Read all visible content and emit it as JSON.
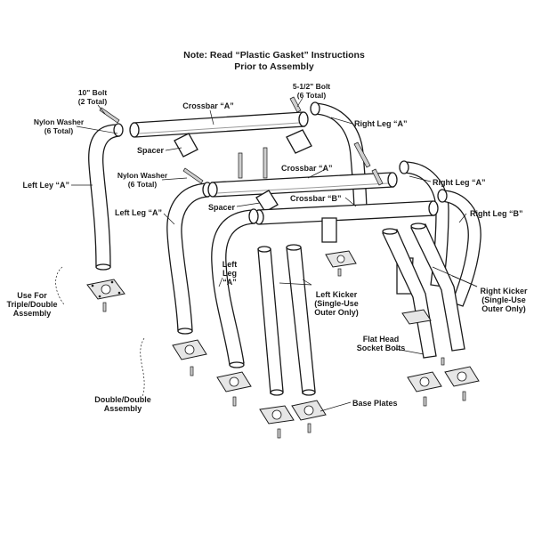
{
  "title": {
    "line1": "Note: Read “Plastic Gasket” Instructions",
    "line2": "Prior to Assembly"
  },
  "labels": {
    "bolt_10_l1": "10\" Bolt",
    "bolt_10_l2": "(2 Total)",
    "nylon_washer_1_l1": "Nylon Washer",
    "nylon_washer_1_l2": "(6 Total)",
    "crossbar_a_top": "Crossbar “A”",
    "bolt_512_l1": "5-1/2\" Bolt",
    "bolt_512_l2": "(6 Total)",
    "right_leg_a_top": "Right Leg “A”",
    "spacer_1": "Spacer",
    "left_ley_a": "Left Ley “A”",
    "nylon_washer_2_l1": "Nylon Washer",
    "nylon_washer_2_l2": "(6 Total)",
    "crossbar_a_mid": "Crossbar “A”",
    "right_leg_a_mid": "Right Leg “A”",
    "left_leg_a_mid": "Left Leg “A”",
    "spacer_2": "Spacer",
    "crossbar_b": "Crossbar “B”",
    "right_leg_b": "Right Leg “B”",
    "left_leg_a_front_l1": "Left",
    "left_leg_a_front_l2": "Leg",
    "left_leg_a_front_l3": "“A”",
    "use_for_l1": "Use For",
    "use_for_l2": "Triple/Double",
    "use_for_l3": "Assembly",
    "left_kicker_l1": "Left Kicker",
    "left_kicker_l2": "(Single-Use",
    "left_kicker_l3": "Outer Only)",
    "right_kicker_l1": "Right Kicker",
    "right_kicker_l2": "(Single-Use",
    "right_kicker_l3": "Outer Only)",
    "flat_head_l1": "Flat Head",
    "flat_head_l2": "Socket Bolts",
    "double_double_l1": "Double/Double",
    "double_double_l2": "Assembly",
    "base_plates": "Base Plates"
  }
}
